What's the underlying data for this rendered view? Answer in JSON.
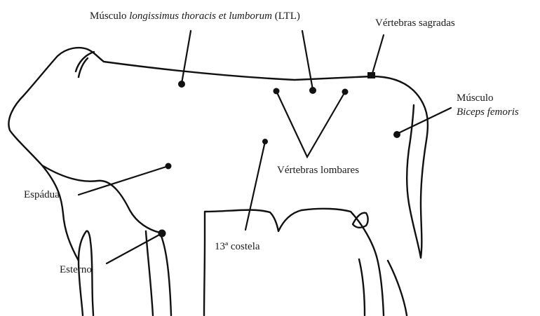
{
  "labels": {
    "ltl_prefix": "Músculo ",
    "ltl_italic": "longissimus thoracis et lumborum",
    "ltl_suffix": " (LTL)",
    "sacral": "Vértebras sagradas",
    "biceps_line1": "Músculo",
    "biceps_line2": "Biceps femoris",
    "lumbar": "Vértebras lombares",
    "espadua": "Espádua",
    "rib13": "13ª costela",
    "esterno": "Esterno"
  }
}
